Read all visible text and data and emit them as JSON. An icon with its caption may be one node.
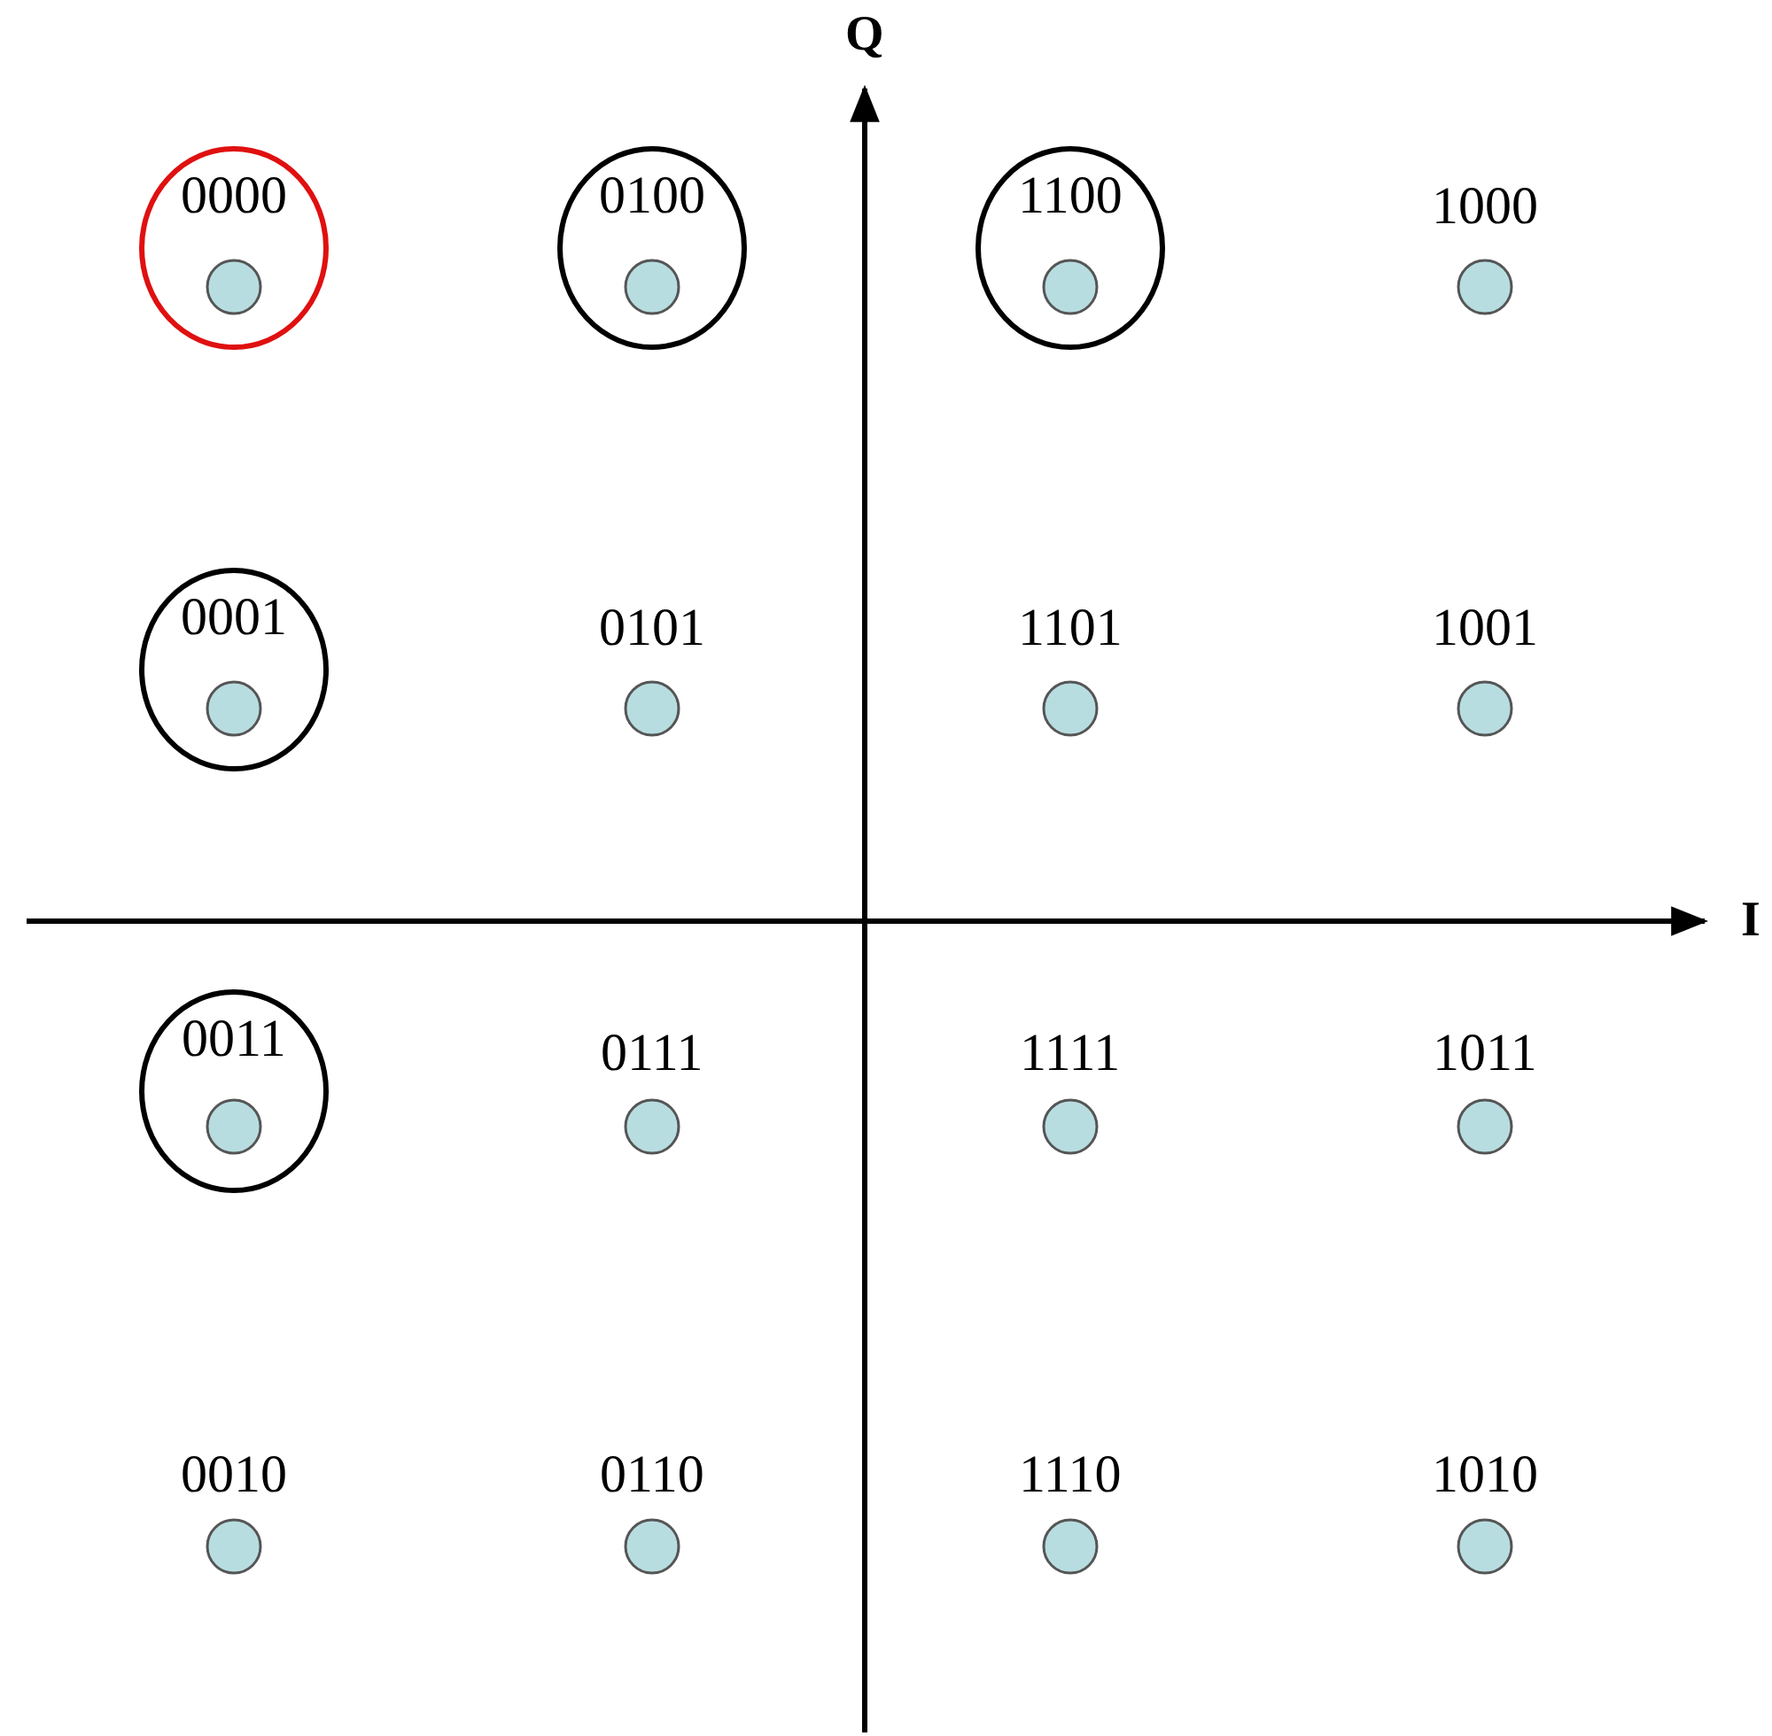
{
  "diagram": {
    "nodes": [
      {
        "text": [
          "0000"
        ]
      },
      {
        "text": [
          "0100"
        ]
      },
      {
        "text": [
          "1100"
        ]
      },
      {
        "text": [
          "0001"
        ]
      },
      {
        "text": [
          "0011"
        ]
      }
    ],
    "edges": [],
    "labels": [
      "Q",
      "1000",
      "0101",
      "1101",
      "1001",
      "I",
      "0111",
      "1111",
      "1011",
      "0010",
      "0110",
      "1110",
      "1010"
    ]
  }
}
